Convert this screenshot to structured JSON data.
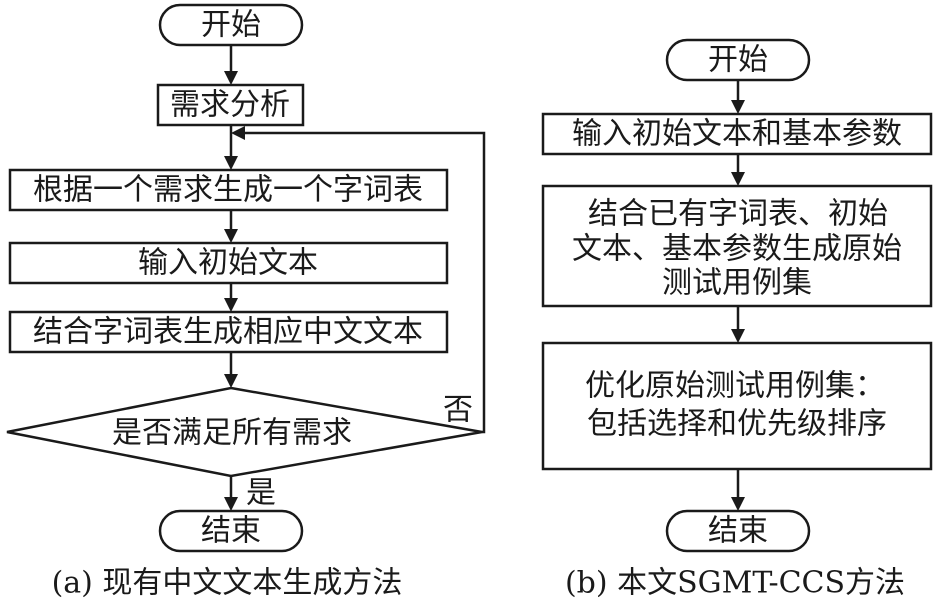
{
  "left": {
    "start": "开始",
    "analysis": "需求分析",
    "gen_table": "根据一个需求生成一个字词表",
    "input_text": "输入初始文本",
    "combine": "结合字词表生成相应中文文本",
    "decision": "是否满足所有需求",
    "no_label": "否",
    "yes_label": "是",
    "end": "结束",
    "caption": "(a) 现有中文文本生成方法"
  },
  "right": {
    "start": "开始",
    "input": "输入初始文本和基本参数",
    "generate_lines": [
      "结合已有字词表、初始",
      "文本、基本参数生成原始",
      "测试用例集"
    ],
    "optimize_lines": [
      "优化原始测试用例集：",
      "包括选择和优先级排序"
    ],
    "end": "结束",
    "caption": "(b) 本文SGMT-CCS方法"
  }
}
